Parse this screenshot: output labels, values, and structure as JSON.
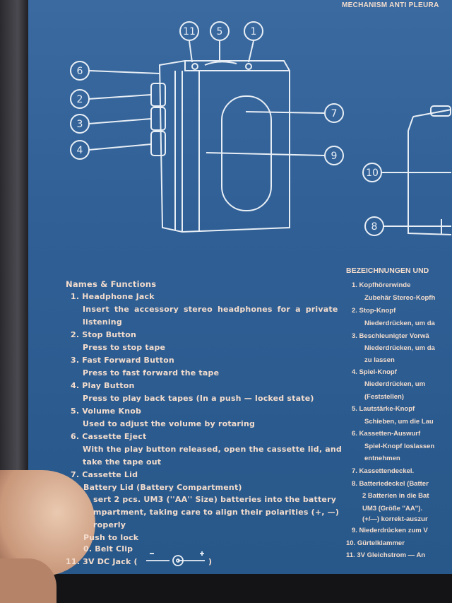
{
  "header_fragment": "MECHANISM ANTI PLEURA",
  "diagram_labels": [
    "11",
    "5",
    "1",
    "6",
    "2",
    "3",
    "4",
    "7",
    "9",
    "10",
    "8"
  ],
  "english": {
    "title": "Names & Functions",
    "lines": [
      "1. Headphone Jack",
      "Insert  the  accessory  stereo  headphones  for  a  private",
      "listening",
      "2. Stop Button",
      "Press to stop tape",
      "3. Fast Forward Button",
      "Press to fast forward the tape",
      "4. Play Button",
      "Press to play back tapes  (In a push — locked state)",
      "5. Volume Knob",
      "Used to adjust the volume by rotaring",
      "6. Cassette Eject",
      "With the play button released, open the cassette lid, and",
      "take the tape out",
      "7. Cassette Lid",
      "Battery Lid (Battery Compartment)",
      "sert 2 pcs. UM3 (''AA'' Size) batteries into the battery",
      "mpartment, taking care to align their polarities (+, —)",
      "roperly",
      "Push to lock",
      "0. Belt Clip",
      "11. 3V DC Jack (",
      ")"
    ]
  },
  "german": {
    "title": "BEZEICHNUNGEN UND",
    "lines": [
      "1. Kopfhörerwinde",
      "Zubehär Stereo-Kopfh",
      "2. Stop-Knopf",
      "Niederdrücken, um da",
      "3. Beschleunigter Vorwä",
      "Niederdrücken, um da",
      "zu lassen",
      "4. Spiel-Knopf",
      "Niederdrücken, um",
      "(Feststellen)",
      "5. Lautstärke-Knopf",
      "Schieben, um die Lau",
      "6. Kassetten-Auswurf",
      "Spiel-Knopf loslassen",
      "entnehmen",
      "7. Kassettendeckel.",
      "8. Batteriedeckel (Batter",
      "2 Batterien in die Bat",
      "UM3 (Größe ''AA'').",
      "(+/—) korrekt-auszur",
      "9. Niederdrücken zum V",
      "10. Gürtelklammer",
      "11. 3V Gleichstrom — An"
    ]
  },
  "colors": {
    "paper": "#2f5f95",
    "ink": "#f3dccd",
    "line": "#e8eef5"
  }
}
